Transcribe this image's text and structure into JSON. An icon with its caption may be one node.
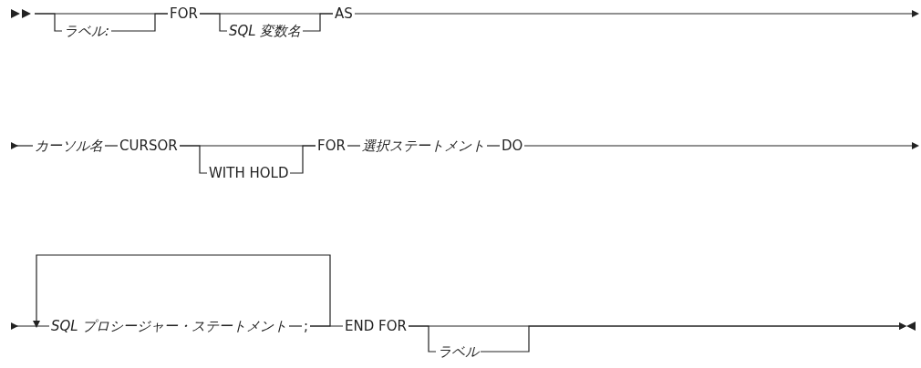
{
  "diagram": {
    "nodes": [
      {
        "text": [
          "ラベル:"
        ]
      },
      {
        "text": [
          "FOR"
        ]
      },
      {
        "text": [
          "SQL 変数名"
        ]
      },
      {
        "text": [
          "AS"
        ]
      },
      {
        "text": [
          "カーソル名"
        ]
      },
      {
        "text": [
          "CURSOR"
        ]
      },
      {
        "text": [
          "WITH HOLD"
        ]
      },
      {
        "text": [
          "FOR"
        ]
      },
      {
        "text": [
          "選択ステートメント"
        ]
      },
      {
        "text": [
          "DO"
        ]
      },
      {
        "text": [
          "SQL プロシージャー・ステートメント"
        ]
      },
      {
        "text": [
          ";"
        ]
      },
      {
        "text": [
          "END FOR"
        ]
      },
      {
        "text": [
          "ラベル"
        ]
      }
    ],
    "edges": [
      {
        "from": null,
        "to": 0,
        "arrow": "none"
      },
      {
        "from": null,
        "to": 1,
        "arrow": "none"
      },
      {
        "from": 0,
        "to": 1,
        "arrow": "none"
      },
      {
        "from": 1,
        "to": 2,
        "arrow": "none"
      },
      {
        "from": 1,
        "to": 3,
        "arrow": "none"
      },
      {
        "from": 2,
        "to": 3,
        "arrow": "none"
      },
      {
        "from": 3,
        "to": null,
        "arrow": "to"
      },
      {
        "from": 4,
        "to": null,
        "arrow": "to"
      },
      {
        "from": 4,
        "to": 5,
        "arrow": "none"
      },
      {
        "from": 5,
        "to": 7,
        "arrow": "none"
      },
      {
        "from": 5,
        "to": 6,
        "arrow": "none"
      },
      {
        "from": 6,
        "to": 7,
        "arrow": "none"
      },
      {
        "from": 7,
        "to": 8,
        "arrow": "none"
      },
      {
        "from": 8,
        "to": 9,
        "arrow": "none"
      },
      {
        "from": 9,
        "to": null,
        "arrow": "to"
      },
      {
        "from": 10,
        "to": null,
        "arrow": "to"
      },
      {
        "from": 10,
        "to": 11,
        "arrow": "none"
      },
      {
        "from": 11,
        "to": 10,
        "arrow": "to"
      },
      {
        "from": 11,
        "to": 12,
        "arrow": "none"
      },
      {
        "from": 12,
        "to": null,
        "arrow": "to"
      },
      {
        "from": 12,
        "to": 13,
        "arrow": "none"
      },
      {
        "from": 13,
        "to": null,
        "arrow": "to"
      }
    ]
  }
}
